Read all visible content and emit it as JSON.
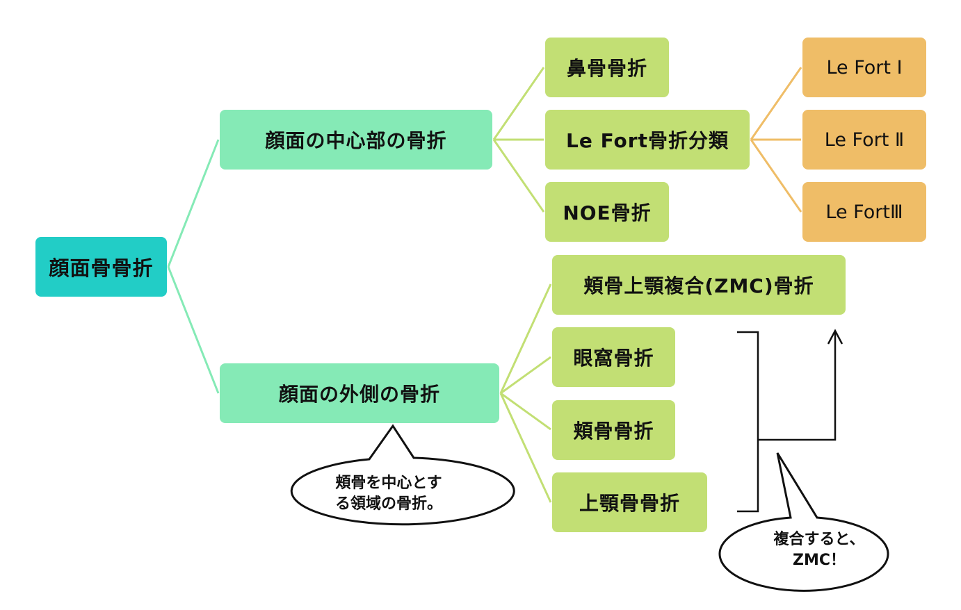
{
  "colors": {
    "root": "#22cdc6",
    "level1": "#85eab6",
    "level2": "#c2df74",
    "level3": "#efbd67",
    "link_level1": "#85eab6",
    "link_level2": "#c2df74",
    "link_level3": "#efbd67",
    "bracket": "#111111"
  },
  "nodes": {
    "root": {
      "label": "顔面骨骨折"
    },
    "central": {
      "label": "顔面の中心部の骨折"
    },
    "lateral": {
      "label": "顔面の外側の骨折"
    },
    "nasal": {
      "label": "鼻骨骨折"
    },
    "lefort_class": {
      "label": "Le Fort骨折分類"
    },
    "noe": {
      "label": "NOE骨折"
    },
    "lefort1": {
      "label": "Le Fort Ⅰ"
    },
    "lefort2": {
      "label": "Le Fort Ⅱ"
    },
    "lefort3": {
      "label": "Le FortⅢ"
    },
    "zmc": {
      "label": "頬骨上顎複合(ZMC)骨折"
    },
    "orbital": {
      "label": "眼窩骨折"
    },
    "zygoma": {
      "label": "頬骨骨折"
    },
    "maxilla": {
      "label": "上顎骨骨折"
    }
  },
  "callouts": {
    "zygoma_region": {
      "line1": "頬骨を中心とす",
      "line2": "る領域の骨折。"
    },
    "combined": {
      "line1": "複合すると、",
      "line2": "ZMC！"
    }
  }
}
